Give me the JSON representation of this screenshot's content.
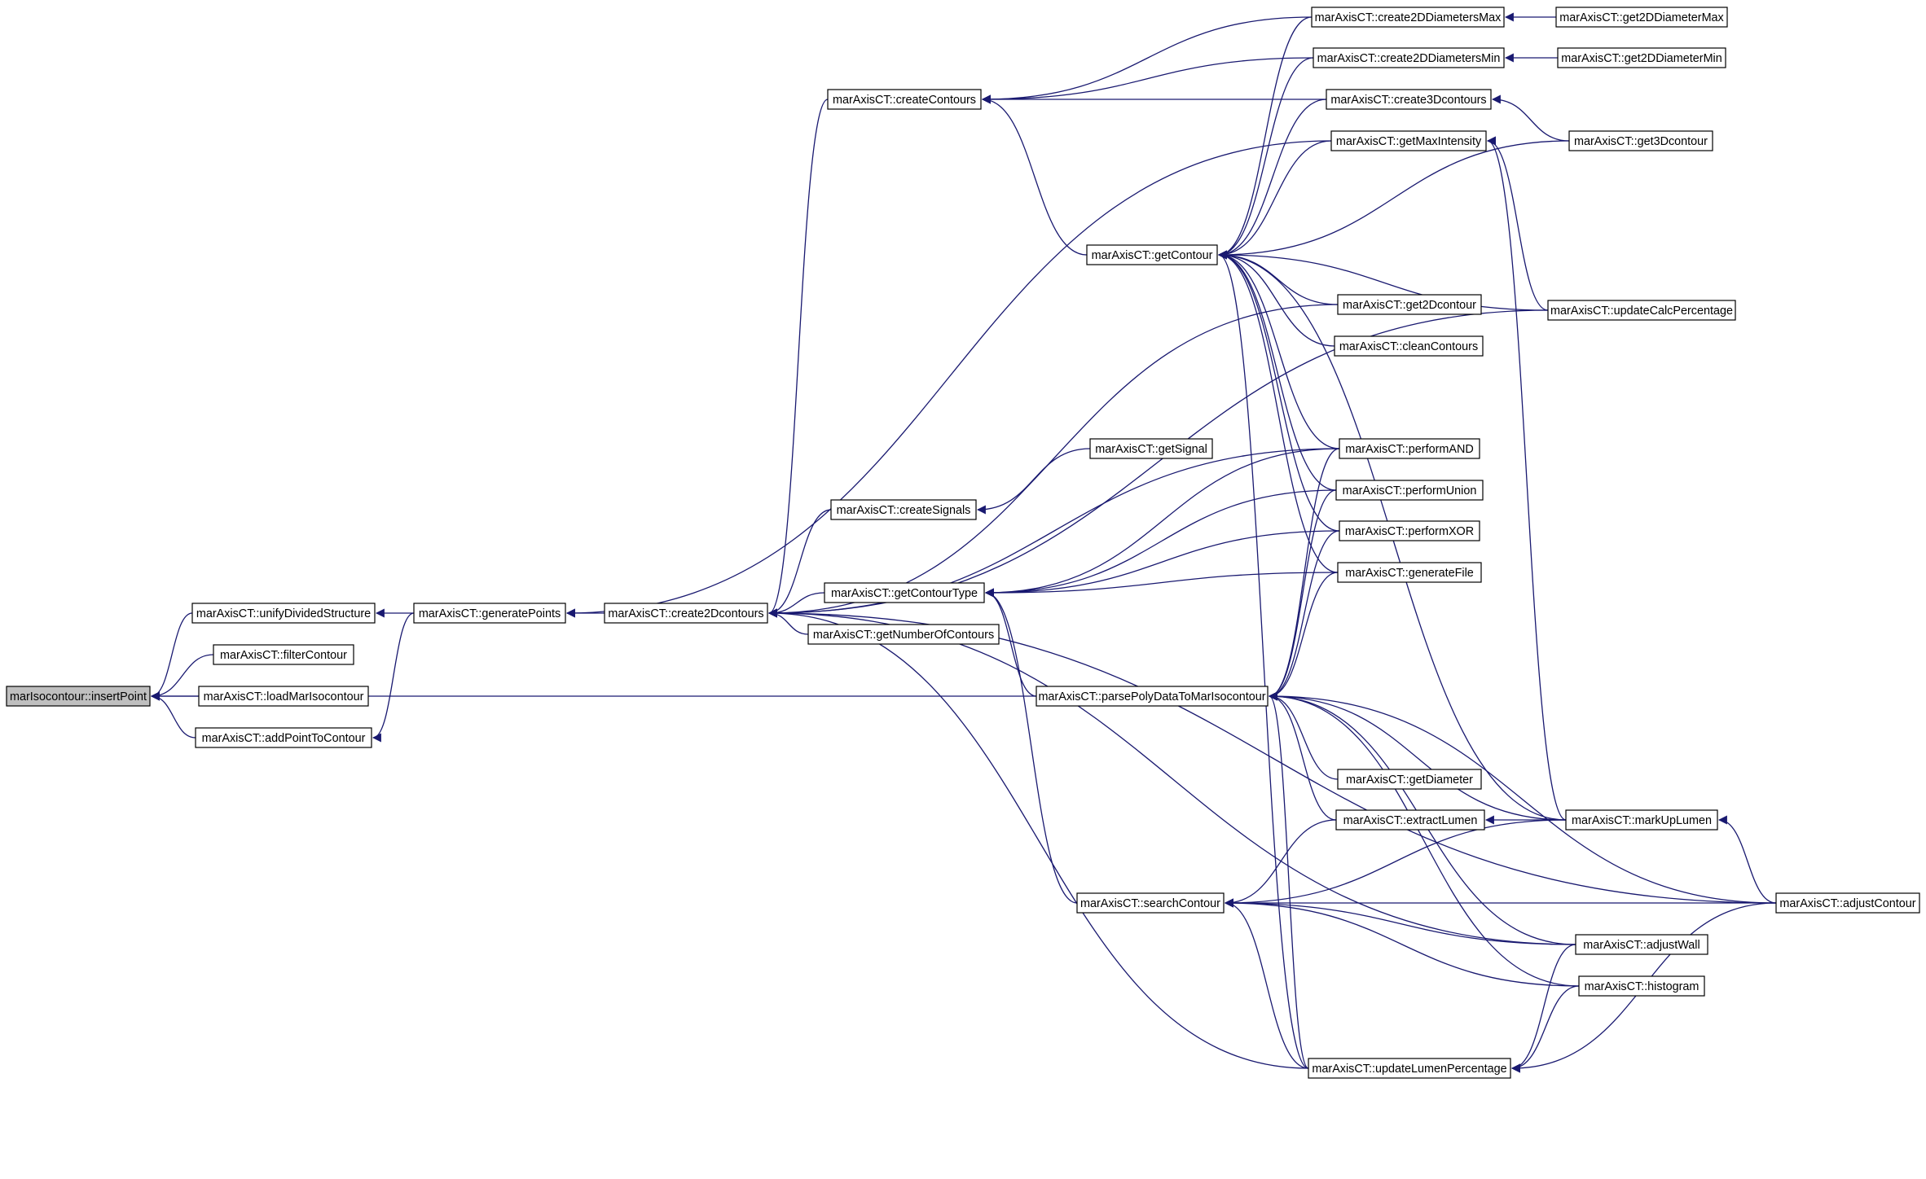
{
  "graph": {
    "colors": {
      "edge": "#191970",
      "node_border": "#000000",
      "node_fill": "#ffffff",
      "focus_fill": "#bfbfbf",
      "text": "#000000"
    },
    "nodes": [
      {
        "id": "insertPoint",
        "label": "marIsocontour::insertPoint",
        "focus": true
      },
      {
        "id": "unifyDividedStructure",
        "label": "marAxisCT::unifyDividedStructure"
      },
      {
        "id": "filterContour",
        "label": "marAxisCT::filterContour"
      },
      {
        "id": "loadMarIsocontour",
        "label": "marAxisCT::loadMarIsocontour"
      },
      {
        "id": "addPointToContour",
        "label": "marAxisCT::addPointToContour"
      },
      {
        "id": "generatePoints",
        "label": "marAxisCT::generatePoints"
      },
      {
        "id": "create2Dcontours",
        "label": "marAxisCT::create2Dcontours"
      },
      {
        "id": "createContours",
        "label": "marAxisCT::createContours"
      },
      {
        "id": "createSignals",
        "label": "marAxisCT::createSignals"
      },
      {
        "id": "getContourType",
        "label": "marAxisCT::getContourType"
      },
      {
        "id": "getNumberOfContours",
        "label": "marAxisCT::getNumberOfContours"
      },
      {
        "id": "getContour",
        "label": "marAxisCT::getContour"
      },
      {
        "id": "getSignal",
        "label": "marAxisCT::getSignal"
      },
      {
        "id": "parsePolyDataToMarIsocontour",
        "label": "marAxisCT::parsePolyDataToMarIsocontour"
      },
      {
        "id": "searchContour",
        "label": "marAxisCT::searchContour"
      },
      {
        "id": "create2DDiametersMax",
        "label": "marAxisCT::create2DDiametersMax"
      },
      {
        "id": "create2DDiametersMin",
        "label": "marAxisCT::create2DDiametersMin"
      },
      {
        "id": "create3Dcontours",
        "label": "marAxisCT::create3Dcontours"
      },
      {
        "id": "getMaxIntensity",
        "label": "marAxisCT::getMaxIntensity"
      },
      {
        "id": "get2Dcontour",
        "label": "marAxisCT::get2Dcontour"
      },
      {
        "id": "cleanContours",
        "label": "marAxisCT::cleanContours"
      },
      {
        "id": "performAND",
        "label": "marAxisCT::performAND"
      },
      {
        "id": "performUnion",
        "label": "marAxisCT::performUnion"
      },
      {
        "id": "performXOR",
        "label": "marAxisCT::performXOR"
      },
      {
        "id": "generateFile",
        "label": "marAxisCT::generateFile"
      },
      {
        "id": "getDiameter",
        "label": "marAxisCT::getDiameter"
      },
      {
        "id": "extractLumen",
        "label": "marAxisCT::extractLumen"
      },
      {
        "id": "updateLumenPercentage",
        "label": "marAxisCT::updateLumenPercentage"
      },
      {
        "id": "get2DDiameterMax",
        "label": "marAxisCT::get2DDiameterMax"
      },
      {
        "id": "get2DDiameterMin",
        "label": "marAxisCT::get2DDiameterMin"
      },
      {
        "id": "get3Dcontour",
        "label": "marAxisCT::get3Dcontour"
      },
      {
        "id": "updateCalcPercentage",
        "label": "marAxisCT::updateCalcPercentage"
      },
      {
        "id": "markUpLumen",
        "label": "marAxisCT::markUpLumen"
      },
      {
        "id": "adjustWall",
        "label": "marAxisCT::adjustWall"
      },
      {
        "id": "histogram",
        "label": "marAxisCT::histogram"
      },
      {
        "id": "adjustContour",
        "label": "marAxisCT::adjustContour"
      }
    ],
    "edges": [
      {
        "from": "unifyDividedStructure",
        "to": "insertPoint"
      },
      {
        "from": "filterContour",
        "to": "insertPoint"
      },
      {
        "from": "loadMarIsocontour",
        "to": "insertPoint"
      },
      {
        "from": "addPointToContour",
        "to": "insertPoint"
      },
      {
        "from": "parsePolyDataToMarIsocontour",
        "to": "insertPoint"
      },
      {
        "from": "generatePoints",
        "to": "unifyDividedStructure"
      },
      {
        "from": "generatePoints",
        "to": "addPointToContour"
      },
      {
        "from": "create2Dcontours",
        "to": "generatePoints"
      },
      {
        "from": "getMaxIntensity",
        "to": "generatePoints"
      },
      {
        "from": "createContours",
        "to": "create2Dcontours"
      },
      {
        "from": "createSignals",
        "to": "create2Dcontours"
      },
      {
        "from": "getContourType",
        "to": "create2Dcontours"
      },
      {
        "from": "getNumberOfContours",
        "to": "create2Dcontours"
      },
      {
        "from": "get2Dcontour",
        "to": "create2Dcontours"
      },
      {
        "from": "updateCalcPercentage",
        "to": "create2Dcontours"
      },
      {
        "from": "performAND",
        "to": "create2Dcontours"
      },
      {
        "from": "adjustWall",
        "to": "create2Dcontours"
      },
      {
        "from": "updateLumenPercentage",
        "to": "create2Dcontours"
      },
      {
        "from": "adjustContour",
        "to": "create2Dcontours"
      },
      {
        "from": "create2DDiametersMax",
        "to": "createContours"
      },
      {
        "from": "create2DDiametersMin",
        "to": "createContours"
      },
      {
        "from": "create3Dcontours",
        "to": "createContours"
      },
      {
        "from": "getContour",
        "to": "createContours"
      },
      {
        "from": "getSignal",
        "to": "createSignals"
      },
      {
        "from": "performAND",
        "to": "getContourType"
      },
      {
        "from": "performUnion",
        "to": "getContourType"
      },
      {
        "from": "performXOR",
        "to": "getContourType"
      },
      {
        "from": "generateFile",
        "to": "getContourType"
      },
      {
        "from": "parsePolyDataToMarIsocontour",
        "to": "getContourType"
      },
      {
        "from": "searchContour",
        "to": "getContourType"
      },
      {
        "from": "create2DDiametersMax",
        "to": "getContour"
      },
      {
        "from": "create2DDiametersMin",
        "to": "getContour"
      },
      {
        "from": "create3Dcontours",
        "to": "getContour"
      },
      {
        "from": "getMaxIntensity",
        "to": "getContour"
      },
      {
        "from": "get2Dcontour",
        "to": "getContour"
      },
      {
        "from": "cleanContours",
        "to": "getContour"
      },
      {
        "from": "performAND",
        "to": "getContour"
      },
      {
        "from": "performUnion",
        "to": "getContour"
      },
      {
        "from": "performXOR",
        "to": "getContour"
      },
      {
        "from": "generateFile",
        "to": "getContour"
      },
      {
        "from": "get3Dcontour",
        "to": "getContour"
      },
      {
        "from": "updateCalcPercentage",
        "to": "getContour"
      },
      {
        "from": "markUpLumen",
        "to": "getContour"
      },
      {
        "from": "updateLumenPercentage",
        "to": "getContour"
      },
      {
        "from": "performAND",
        "to": "parsePolyDataToMarIsocontour"
      },
      {
        "from": "performUnion",
        "to": "parsePolyDataToMarIsocontour"
      },
      {
        "from": "performXOR",
        "to": "parsePolyDataToMarIsocontour"
      },
      {
        "from": "generateFile",
        "to": "parsePolyDataToMarIsocontour"
      },
      {
        "from": "getDiameter",
        "to": "parsePolyDataToMarIsocontour"
      },
      {
        "from": "extractLumen",
        "to": "parsePolyDataToMarIsocontour"
      },
      {
        "from": "markUpLumen",
        "to": "parsePolyDataToMarIsocontour"
      },
      {
        "from": "adjustWall",
        "to": "parsePolyDataToMarIsocontour"
      },
      {
        "from": "histogram",
        "to": "parsePolyDataToMarIsocontour"
      },
      {
        "from": "adjustContour",
        "to": "parsePolyDataToMarIsocontour"
      },
      {
        "from": "updateLumenPercentage",
        "to": "parsePolyDataToMarIsocontour"
      },
      {
        "from": "extractLumen",
        "to": "searchContour"
      },
      {
        "from": "markUpLumen",
        "to": "searchContour"
      },
      {
        "from": "adjustWall",
        "to": "searchContour"
      },
      {
        "from": "histogram",
        "to": "searchContour"
      },
      {
        "from": "adjustContour",
        "to": "searchContour"
      },
      {
        "from": "updateLumenPercentage",
        "to": "searchContour"
      },
      {
        "from": "get2DDiameterMax",
        "to": "create2DDiametersMax"
      },
      {
        "from": "get2DDiameterMin",
        "to": "create2DDiametersMin"
      },
      {
        "from": "get3Dcontour",
        "to": "create3Dcontours"
      },
      {
        "from": "updateCalcPercentage",
        "to": "getMaxIntensity"
      },
      {
        "from": "markUpLumen",
        "to": "getMaxIntensity"
      },
      {
        "from": "markUpLumen",
        "to": "extractLumen"
      },
      {
        "from": "adjustWall",
        "to": "updateLumenPercentage"
      },
      {
        "from": "histogram",
        "to": "updateLumenPercentage"
      },
      {
        "from": "adjustContour",
        "to": "updateLumenPercentage"
      },
      {
        "from": "adjustContour",
        "to": "markUpLumen"
      }
    ]
  }
}
